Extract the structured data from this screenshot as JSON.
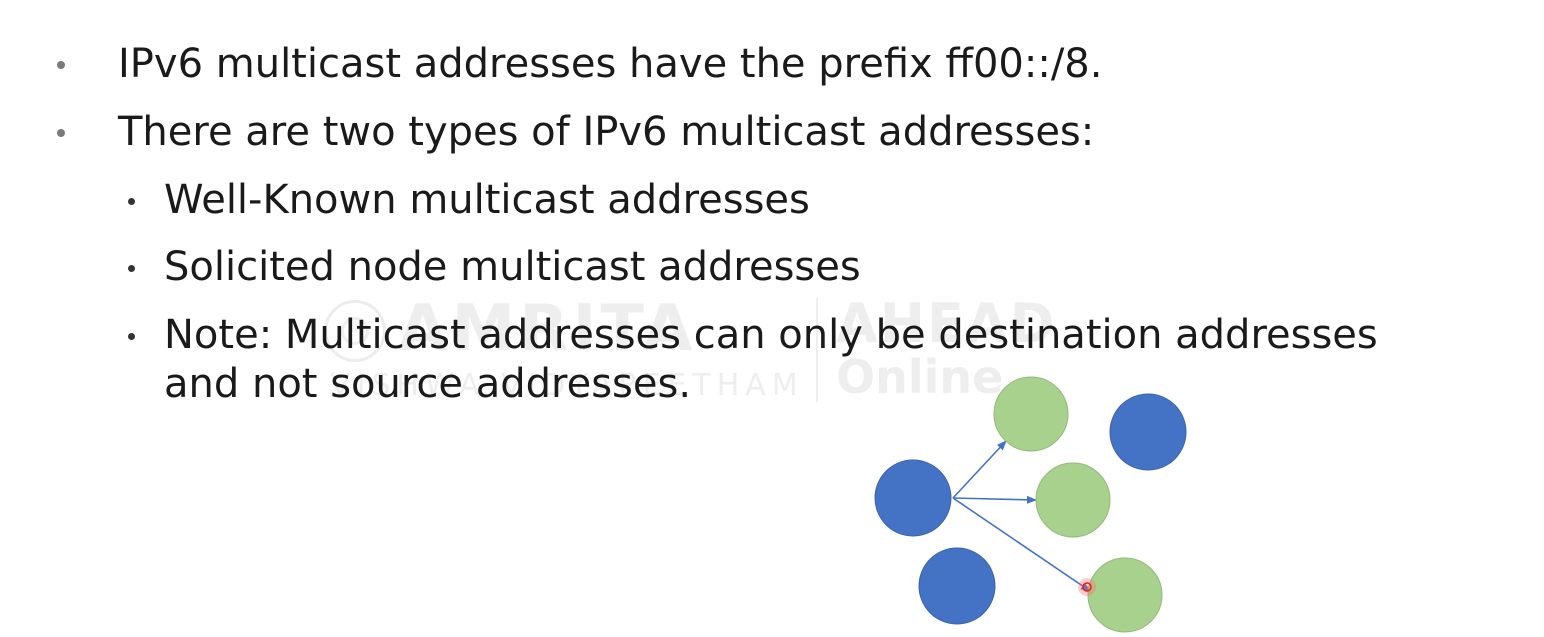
{
  "slide": {
    "bullets": [
      {
        "text": "IPv6 multicast addresses have the prefix ff00::/8."
      },
      {
        "text": "There are two types of IPv6 multicast addresses:"
      }
    ],
    "sub_bullets": [
      {
        "text": "Well-Known multicast addresses"
      },
      {
        "text": "Solicited node multicast addresses"
      },
      {
        "line1": "Note: Multicast addresses can only be destination addresses",
        "line2": "and not source addresses."
      }
    ]
  },
  "watermark": {
    "brand": "AMRITA",
    "sub": "VISHWA VIDYAPEETHAM",
    "ahead": "AHEAD",
    "online": "Online"
  },
  "diagram": {
    "source_color": "#4472c4",
    "receiver_color": "#a9d18e",
    "arrow_color": "#4472c4",
    "nodes": [
      {
        "role": "sender"
      },
      {
        "role": "receiver"
      },
      {
        "role": "receiver"
      },
      {
        "role": "receiver"
      },
      {
        "role": "non-member"
      },
      {
        "role": "non-member"
      }
    ]
  }
}
